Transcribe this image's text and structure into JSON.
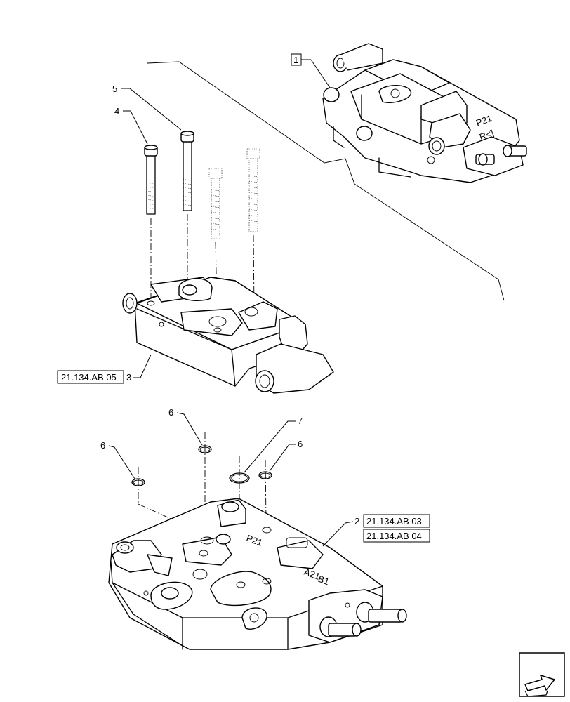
{
  "callouts": {
    "c1": "1",
    "c2": "2",
    "c3": "3",
    "c4": "4",
    "c5": "5",
    "c6a": "6",
    "c6b": "6",
    "c6c": "6",
    "c7": "7"
  },
  "references": {
    "ref_part3": "21.134.AB 05",
    "ref_part2_a": "21.134.AB 03",
    "ref_part2_b": "21.134.AB 04"
  },
  "icons": {
    "nav": "next-page-arrow-icon"
  }
}
